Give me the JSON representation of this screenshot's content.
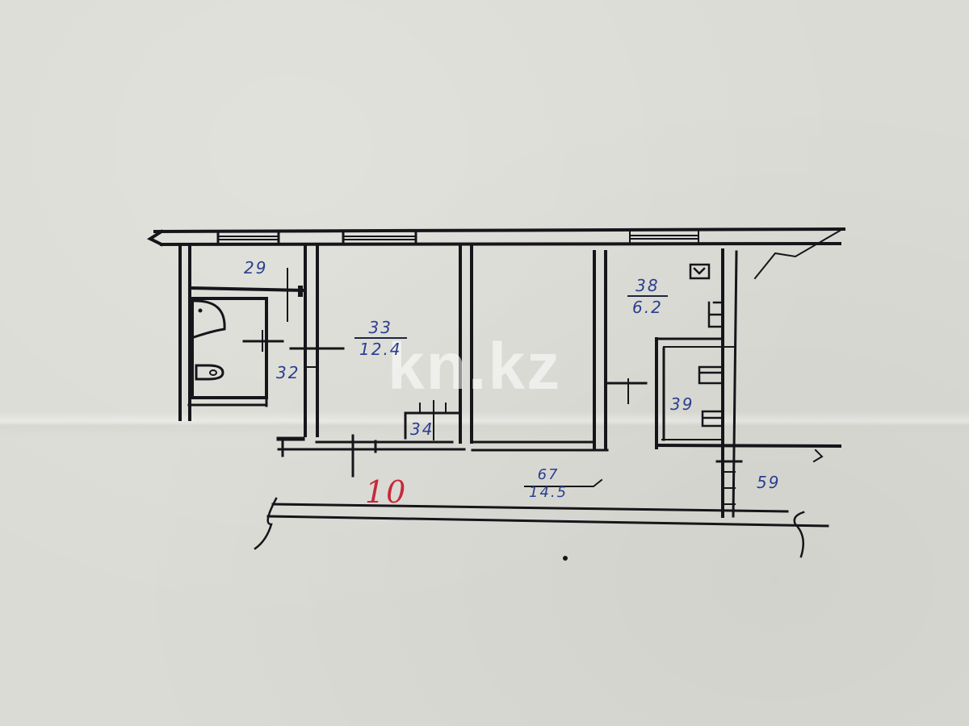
{
  "document": {
    "type": "apartment floor plan (technical passport extract)",
    "apartment_number": "10",
    "watermark": "kn.kz"
  },
  "rooms": [
    {
      "id": "r29",
      "label": "2.9",
      "display": "29",
      "kind": "storage / closet"
    },
    {
      "id": "r32",
      "label": "3.2",
      "display": "32",
      "kind": "bathroom (combined WC)"
    },
    {
      "id": "r33",
      "label": "3.3",
      "numerator": "33",
      "denominator": "12.4",
      "display_den": "12.4",
      "kind": "living room"
    },
    {
      "id": "r34",
      "label": "3.4",
      "display": "34",
      "kind": "built-in closet"
    },
    {
      "id": "r38",
      "label": "3.8",
      "numerator": "38",
      "denominator": "6.2",
      "kind": "kitchen"
    },
    {
      "id": "r39",
      "label": "3.9",
      "display": "39",
      "kind": "pantry"
    },
    {
      "id": "r67",
      "label": "6.7",
      "numerator": "67",
      "denominator": "14.5",
      "kind": "corridor / hallway"
    },
    {
      "id": "r59",
      "label": "5.9",
      "display": "59",
      "kind": "stair/adjacent area"
    }
  ],
  "colors": {
    "paper": "#dbdbd5",
    "ink": "#15151a",
    "annotation_blue": "#2a3f8f",
    "apartment_number_red": "#c8283c"
  }
}
